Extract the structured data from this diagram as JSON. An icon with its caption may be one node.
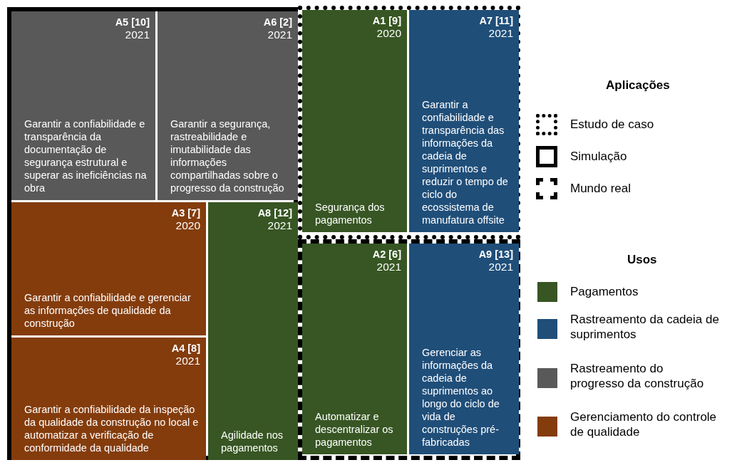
{
  "diagram": {
    "nodes": [
      {
        "text": [],
        "shape": "box"
      },
      {
        "text": [
          "A5 [10]",
          "2021",
          "Garantir a confiabilidade e transparência da documentação de segurança estrutural e superar as ineficiências na obra"
        ],
        "in": 0
      },
      {
        "text": [
          "A6 [2]",
          "2021",
          "Garantir a segurança, rastreabilidade e imutabilidade das informações compartilhadas sobre o progresso da construção"
        ],
        "in": 0
      },
      {
        "text": [
          "A3 [7]",
          "2020",
          "Garantir a confiabilidade e gerenciar as informações de qualidade da construção"
        ],
        "in": 0
      },
      {
        "text": [
          "A8 [12]",
          "2021",
          "Agilidade nos pagamentos"
        ],
        "in": 0
      },
      {
        "text": [
          "A4 [8]",
          "2021",
          "Garantir a confiabilidade da inspeção da qualidade da construção no local e automatizar a verificação de conformidade da qualidade"
        ],
        "in": 0
      },
      {
        "text": [],
        "shape": "box"
      },
      {
        "text": [
          "A1 [9]",
          "2020",
          "Segurança dos pagamentos"
        ],
        "in": 6
      },
      {
        "text": [
          "A7 [11]",
          "2021",
          "Garantir a confiabilidade e transparência das informações da cadeia de suprimentos e reduzir o tempo de ciclo do ecossistema de manufatura offsite"
        ],
        "in": 6
      },
      {
        "text": [],
        "shape": "box"
      },
      {
        "text": [
          "A2 [6]",
          "2021",
          "Automatizar e descentralizar os pagamentos"
        ],
        "in": 9
      },
      {
        "text": [
          "A9 [13]",
          "2021",
          "Gerenciar as informações da cadeia de suprimentos ao longo do ciclo de vida de construções pré-fabricadas"
        ],
        "in": 9
      }
    ],
    "edges": [],
    "labels": [
      "Aplicações",
      "Usos"
    ],
    "legend": [
      {
        "text": "Estudo de caso"
      },
      {
        "text": "Simulação"
      },
      {
        "text": "Mundo real"
      },
      {
        "text": "Pagamentos",
        "color": "#375623"
      },
      {
        "text": "Rastreamento da cadeia de suprimentos",
        "color": "#1f4e79"
      },
      {
        "text": "Rastreamento do progresso da construção",
        "color": "#595959"
      },
      {
        "text": "Gerenciamento do controle de qualidade",
        "color": "#843c0c"
      }
    ]
  }
}
